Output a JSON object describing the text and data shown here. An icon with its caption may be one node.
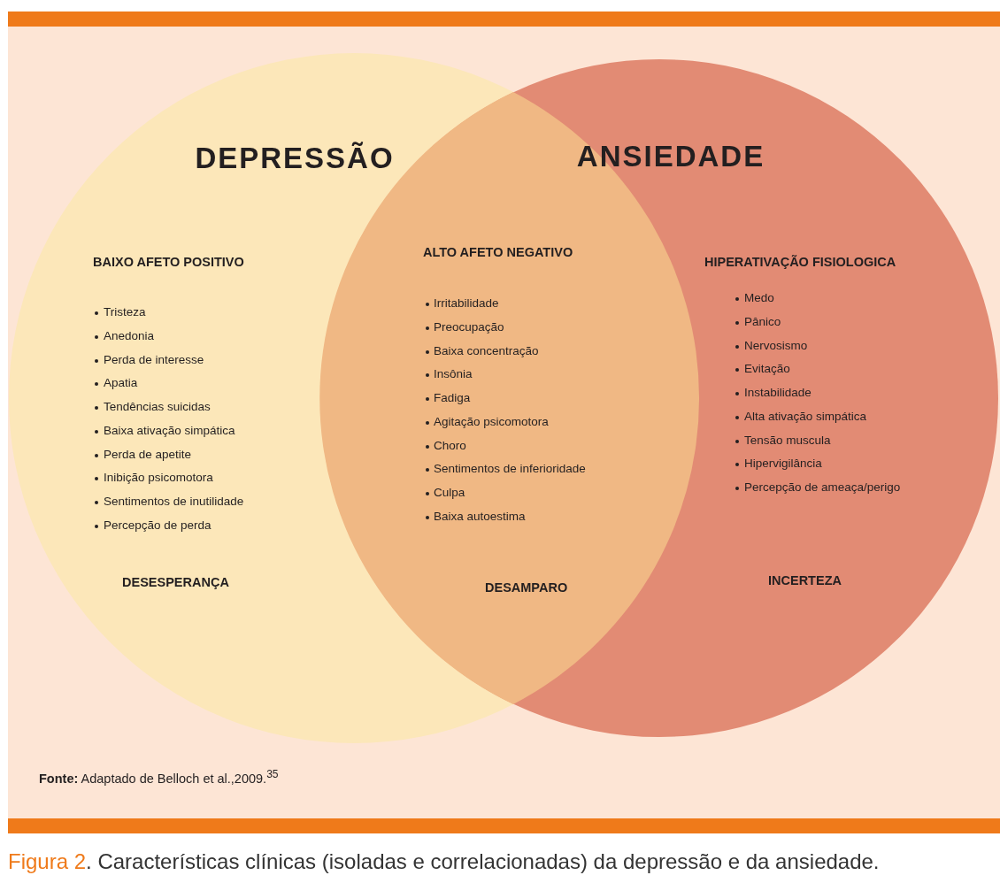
{
  "diagram": {
    "caption": "**Figura 2**. Características clínicas (isoladas e correlacionadas) da depressão e da ansiedade.",
    "nodes": [
      {
        "text": [
          "DEPRESSÃO",
          "BAIXO AFETO POSITIVO",
          "Tristeza",
          "Anedonia",
          "Perda de interesse",
          "Apatia",
          "Tendências suicidas",
          "Baixa ativação simpática",
          "Perda de apetite",
          "Inibição psicomotora",
          "Sentimentos de inutilidade",
          "Percepção de perda",
          "DESESPERANÇA"
        ]
      },
      {
        "text": [
          "ANSIEDADE",
          "HIPERATIVAÇÃO FISIOLOGICA",
          "Medo",
          "Pânico",
          "Nervosismo",
          "Evitação",
          "Instabilidade",
          "Alta ativação simpática",
          "Tensão muscula",
          "Hipervigilância",
          "Percepção de ameaça/perigo",
          "INCERTEZA"
        ]
      },
      {
        "text": [
          "ALTO AFETO NEGATIVO",
          "Irritabilidade",
          "Preocupação",
          "Baixa concentração",
          "Insônia",
          "Fadiga",
          "Agitação psicomotora",
          "Choro",
          "Sentimentos de inferioridade",
          "Culpa",
          "Baixa autoestima",
          "DESAMPARO"
        ]
      }
    ],
    "edges": [],
    "labels": [
      "**Fonte:** Adaptado de Belloch et al.,2009.$^{35}$"
    ]
  }
}
